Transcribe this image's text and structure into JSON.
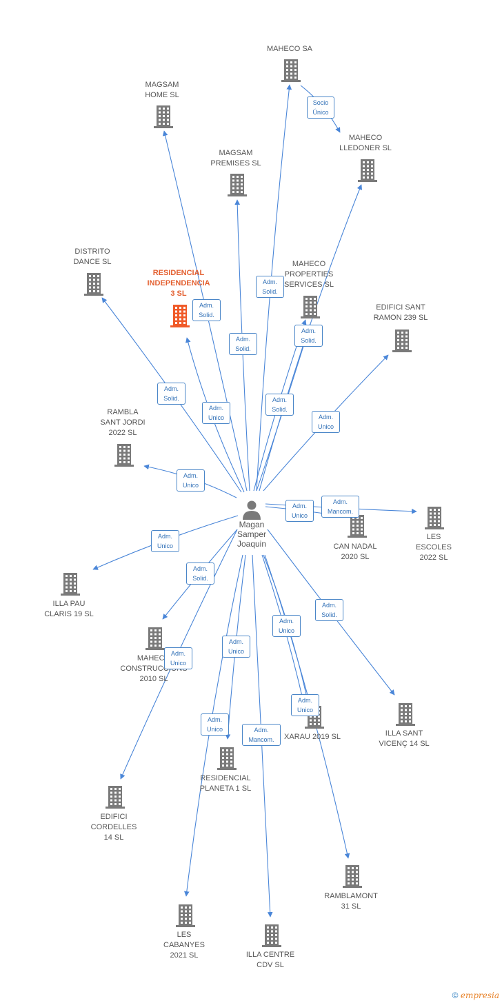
{
  "colors": {
    "building": "#7a7a7a",
    "highlight": "#f05a28",
    "edge": "#4a86d8",
    "label_border": "#4a86c8",
    "label_text": "#2f6fb6"
  },
  "center": {
    "name": "Magan\nSamper\nJoaquin",
    "icon": "person-icon"
  },
  "nodes": [
    {
      "id": "maheco_sa",
      "label": "MAHECO SA",
      "highlight": false
    },
    {
      "id": "magsam_home",
      "label": "MAGSAM\nHOME  SL",
      "highlight": false
    },
    {
      "id": "maheco_lledoner",
      "label": "MAHECO\nLLEDONER SL",
      "highlight": false
    },
    {
      "id": "magsam_premises",
      "label": "MAGSAM\nPREMISES  SL",
      "highlight": false
    },
    {
      "id": "distrito_dance",
      "label": "DISTRITO\nDANCE  SL",
      "highlight": false
    },
    {
      "id": "residencial_indep",
      "label": "RESIDENCIAL\nINDEPENDENCIA\n3  SL",
      "highlight": true
    },
    {
      "id": "maheco_properties",
      "label": "MAHECO\nPROPERTIES\nSERVICES  SL",
      "highlight": false
    },
    {
      "id": "edifici_sant_ramon",
      "label": "EDIFICI SANT\nRAMON 239  SL",
      "highlight": false
    },
    {
      "id": "rambla_sant_jordi",
      "label": "RAMBLA\nSANT JORDI\n2022  SL",
      "highlight": false
    },
    {
      "id": "can_nadal",
      "label": "CAN NADAL\n2020  SL",
      "highlight": false
    },
    {
      "id": "les_escoles",
      "label": "LES\nESCOLES\n2022  SL",
      "highlight": false
    },
    {
      "id": "illa_pau_claris",
      "label": "ILLA PAU\nCLARIS 19  SL",
      "highlight": false
    },
    {
      "id": "maheco_construc",
      "label": "MAHECO\nCONSTRUCCIONS\n2010  SL",
      "highlight": false
    },
    {
      "id": "xarau",
      "label": "XARAU 2019  SL",
      "highlight": false
    },
    {
      "id": "illa_sant_vicenc",
      "label": "ILLA SANT\nVICENÇ 14  SL",
      "highlight": false
    },
    {
      "id": "residencial_planeta",
      "label": "RESIDENCIAL\nPLANETA 1  SL",
      "highlight": false
    },
    {
      "id": "edifici_cordelles",
      "label": "EDIFICI\nCORDELLES\n14  SL",
      "highlight": false
    },
    {
      "id": "ramblamont",
      "label": "RAMBLAMONT\n31  SL",
      "highlight": false
    },
    {
      "id": "les_cabanyes",
      "label": "LES\nCABANYES\n2021  SL",
      "highlight": false
    },
    {
      "id": "illa_centre",
      "label": "ILLA CENTRE\nCDV  SL",
      "highlight": false
    }
  ],
  "edge_labels": [
    {
      "id": "e_socio",
      "text": "Socio\nÚnico"
    },
    {
      "id": "e_res",
      "text": "Adm.\nSolid."
    },
    {
      "id": "e_maheco_sa",
      "text": "Adm.\nSolid."
    },
    {
      "id": "e_premises",
      "text": "Adm.\nSolid."
    },
    {
      "id": "e_props",
      "text": "Adm.\nSolid."
    },
    {
      "id": "e_distrito",
      "text": "Adm.\nSolid."
    },
    {
      "id": "e_res_unico",
      "text": "Adm.\nUnico"
    },
    {
      "id": "e_lledoner",
      "text": "Adm.\nSolid."
    },
    {
      "id": "e_ramon",
      "text": "Adm.\nUnico"
    },
    {
      "id": "e_rambla",
      "text": "Adm.\nUnico"
    },
    {
      "id": "e_can_nadal",
      "text": "Adm.\nUnico"
    },
    {
      "id": "e_escoles",
      "text": "Adm.\nMancom."
    },
    {
      "id": "e_pau",
      "text": "Adm.\nUnico"
    },
    {
      "id": "e_construc",
      "text": "Adm.\nSolid."
    },
    {
      "id": "e_vicenc",
      "text": "Adm.\nSolid."
    },
    {
      "id": "e_xarau1",
      "text": "Adm.\nUnico"
    },
    {
      "id": "e_planeta",
      "text": "Adm.\nUnico"
    },
    {
      "id": "e_cordelles",
      "text": "Adm.\nUnico"
    },
    {
      "id": "e_xarau2",
      "text": "Adm.\nUnico"
    },
    {
      "id": "e_cabanyes",
      "text": "Adm.\nUnico"
    },
    {
      "id": "e_centre",
      "text": "Adm.\nMancom."
    }
  ],
  "footer": {
    "copyright": "©",
    "brand_initial": "e",
    "brand_rest": "mpresia"
  }
}
